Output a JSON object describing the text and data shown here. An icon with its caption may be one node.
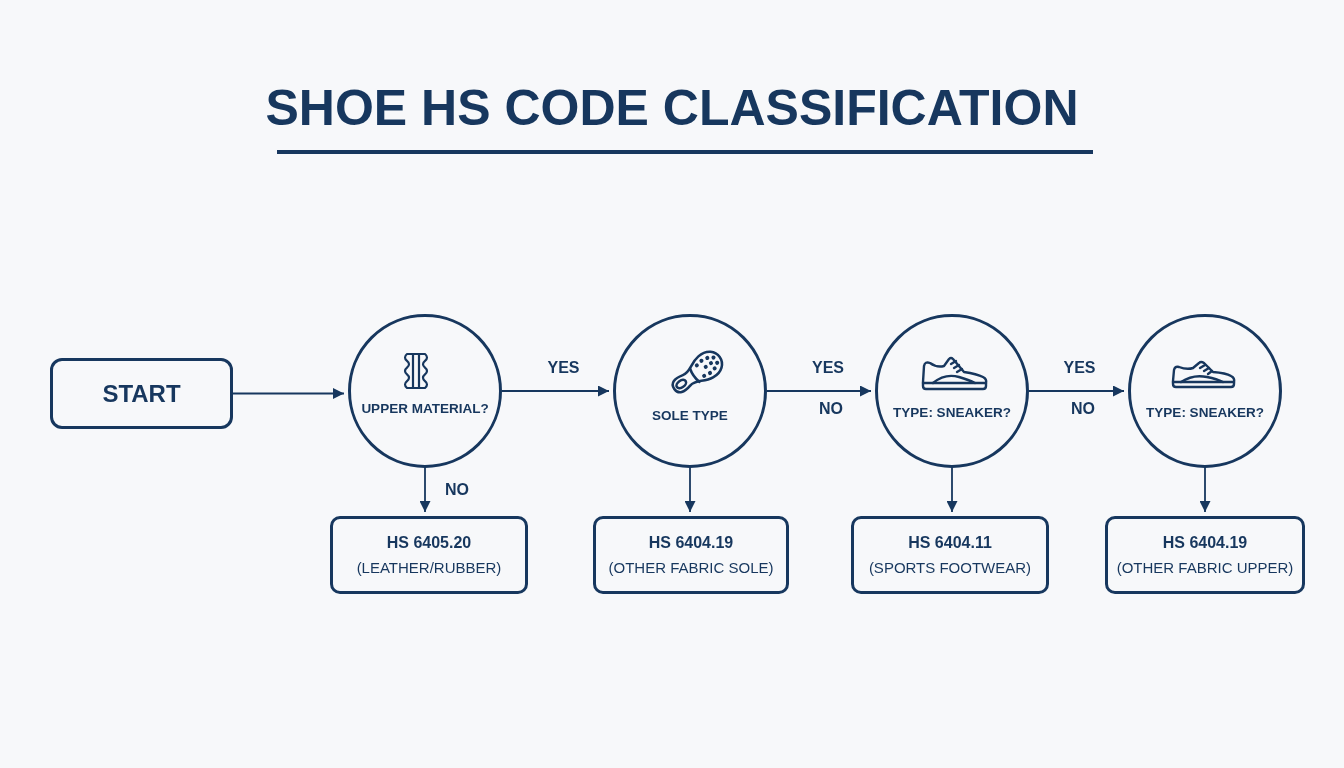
{
  "diagram": {
    "title": "SHOE HS CODE CLASSIFICATION",
    "nodes": [
      {
        "text": [
          "START"
        ]
      },
      {
        "text": [
          "UPPER MATERIAL?"
        ]
      },
      {
        "text": [
          "SOLE TYPE"
        ]
      },
      {
        "text": [
          "TYPE: SNEAKER?"
        ]
      },
      {
        "text": [
          "TYPE: SNEAKER?"
        ]
      },
      {
        "text": [
          "HS 6405.20",
          "(LEATHER/RUBBER)"
        ]
      },
      {
        "text": [
          "HS 6404.19",
          "(OTHER FABRIC SOLE)"
        ]
      },
      {
        "text": [
          "HS 6404.11",
          "(SPORTS FOOTWEAR)"
        ]
      },
      {
        "text": [
          "HS 6404.19",
          "(OTHER FABRIC UPPER)"
        ]
      }
    ],
    "edges": [
      {
        "from": 0,
        "to": 1,
        "arrow": "to"
      },
      {
        "from": 1,
        "to": 2,
        "arrow": "to",
        "label": "YES"
      },
      {
        "from": 2,
        "to": 3,
        "arrow": "to",
        "label": "YES"
      },
      {
        "from": 3,
        "to": 4,
        "arrow": "to",
        "label": "YES"
      },
      {
        "from": 1,
        "to": 5,
        "arrow": "to",
        "label": "NO"
      },
      {
        "from": 2,
        "to": 6,
        "arrow": "to"
      },
      {
        "from": 3,
        "to": 7,
        "arrow": "to"
      },
      {
        "from": 4,
        "to": 8,
        "arrow": "to"
      }
    ],
    "labels": [
      "NO",
      "NO"
    ]
  }
}
